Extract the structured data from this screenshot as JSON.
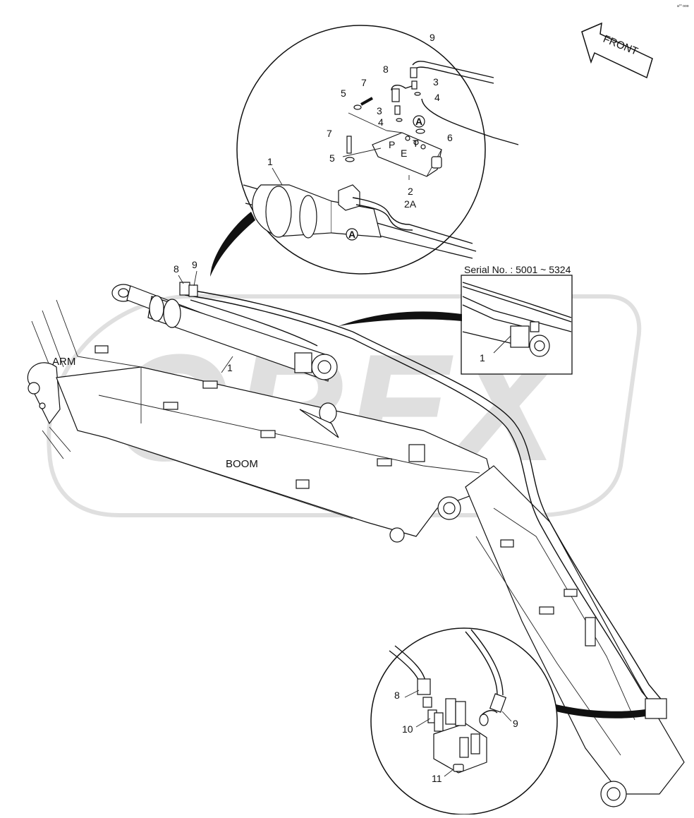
{
  "corner_mark": "a°° ooo",
  "front_arrow": {
    "label": "FRONT"
  },
  "watermark": "OREX",
  "labels": {
    "arm": "ARM",
    "boom": "BOOM",
    "serial": "Serial No. : 5001 ~ 5324"
  },
  "callouts_top": [
    "1",
    "2",
    "2A",
    "3",
    "3",
    "4",
    "4",
    "5",
    "5",
    "6",
    "7",
    "7",
    "8",
    "9"
  ],
  "block_ports": [
    "P",
    "T",
    "E"
  ],
  "section_marker": "A",
  "callouts_main": [
    "8",
    "9",
    "1"
  ],
  "callouts_serial": [
    "1"
  ],
  "callouts_bottom": [
    "8",
    "9",
    "10",
    "11"
  ]
}
